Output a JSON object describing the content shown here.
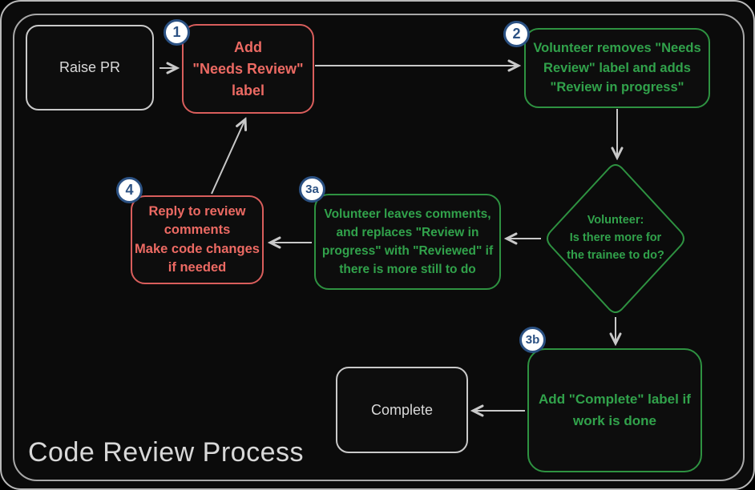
{
  "title": "Code Review Process",
  "nodes": {
    "raise_pr": {
      "text": "Raise PR"
    },
    "step1": {
      "badge": "1",
      "text": "Add\n\"Needs Review\"\nlabel"
    },
    "step2": {
      "badge": "2",
      "text": "Volunteer removes \"Needs\nReview\" label and adds\n\"Review in progress\""
    },
    "decision": {
      "text": "Volunteer:\nIs there more for\nthe trainee to do?"
    },
    "step3a": {
      "badge": "3a",
      "text": "Volunteer leaves comments,\nand replaces \"Review in\nprogress\" with \"Reviewed\" if\nthere is more still to do"
    },
    "step3b": {
      "badge": "3b",
      "text": "Add \"Complete\" label if\nwork is done"
    },
    "step4": {
      "badge": "4",
      "text": "Reply to review\ncomments\nMake code changes\nif needed"
    },
    "complete": {
      "text": "Complete"
    }
  },
  "colors": {
    "background": "#0b0b0b",
    "frame": "#a8a8a8",
    "red_border": "#d95e5c",
    "red_text": "#ec6a63",
    "green_border": "#2e9241",
    "green_text": "#31a24b",
    "neutral_border": "#c9c9c9",
    "neutral_text": "#d9d9d9",
    "badge_fill": "#ffffff",
    "badge_accent": "#2b5183",
    "arrow": "#c9c9c9"
  }
}
